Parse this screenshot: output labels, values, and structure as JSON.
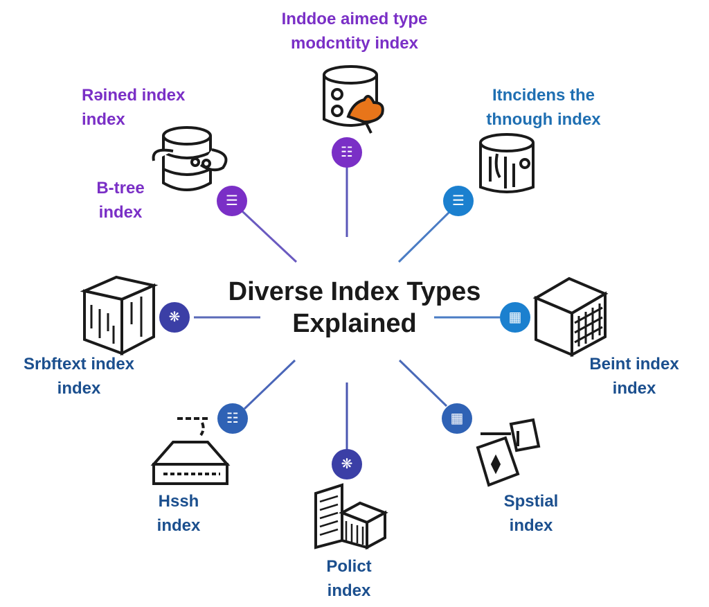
{
  "title": {
    "line1": "Diverse Index Types",
    "line2": "Explained"
  },
  "labels": {
    "top": {
      "line1": "Inddoe aimed type",
      "line2": "modcntity index"
    },
    "top_left": {
      "line1": "Rəined index",
      "line2": "index"
    },
    "btree": {
      "line1": "B-tree",
      "line2": "index"
    },
    "top_right": {
      "line1": "Itncidens the",
      "line2": "thnough index"
    },
    "left": {
      "line1": "Srbftext index",
      "line2": "index"
    },
    "right": {
      "line1": "Beint index",
      "line2": "index"
    },
    "bottom_left": {
      "line1": "Hssh",
      "line2": "index"
    },
    "bottom": {
      "line1": "Polict",
      "line2": "index"
    },
    "bottom_right": {
      "line1": "Spstial",
      "line2": "index"
    }
  },
  "colors": {
    "purple": "#7a2fc6",
    "indigo": "#3b3fa6",
    "blue": "#1b80cf",
    "navy": "#2f62b5",
    "orange": "#e8751a"
  },
  "icons": {
    "top": "database-orange-leaf-icon",
    "top_left": "stacked-database-icon",
    "top_right": "data-drum-icon",
    "left": "circuit-cube-icon",
    "right": "grid-cube-icon",
    "bottom_left": "server-rack-icon",
    "bottom": "building-blocks-icon",
    "bottom_right": "map-pin-cards-icon"
  }
}
